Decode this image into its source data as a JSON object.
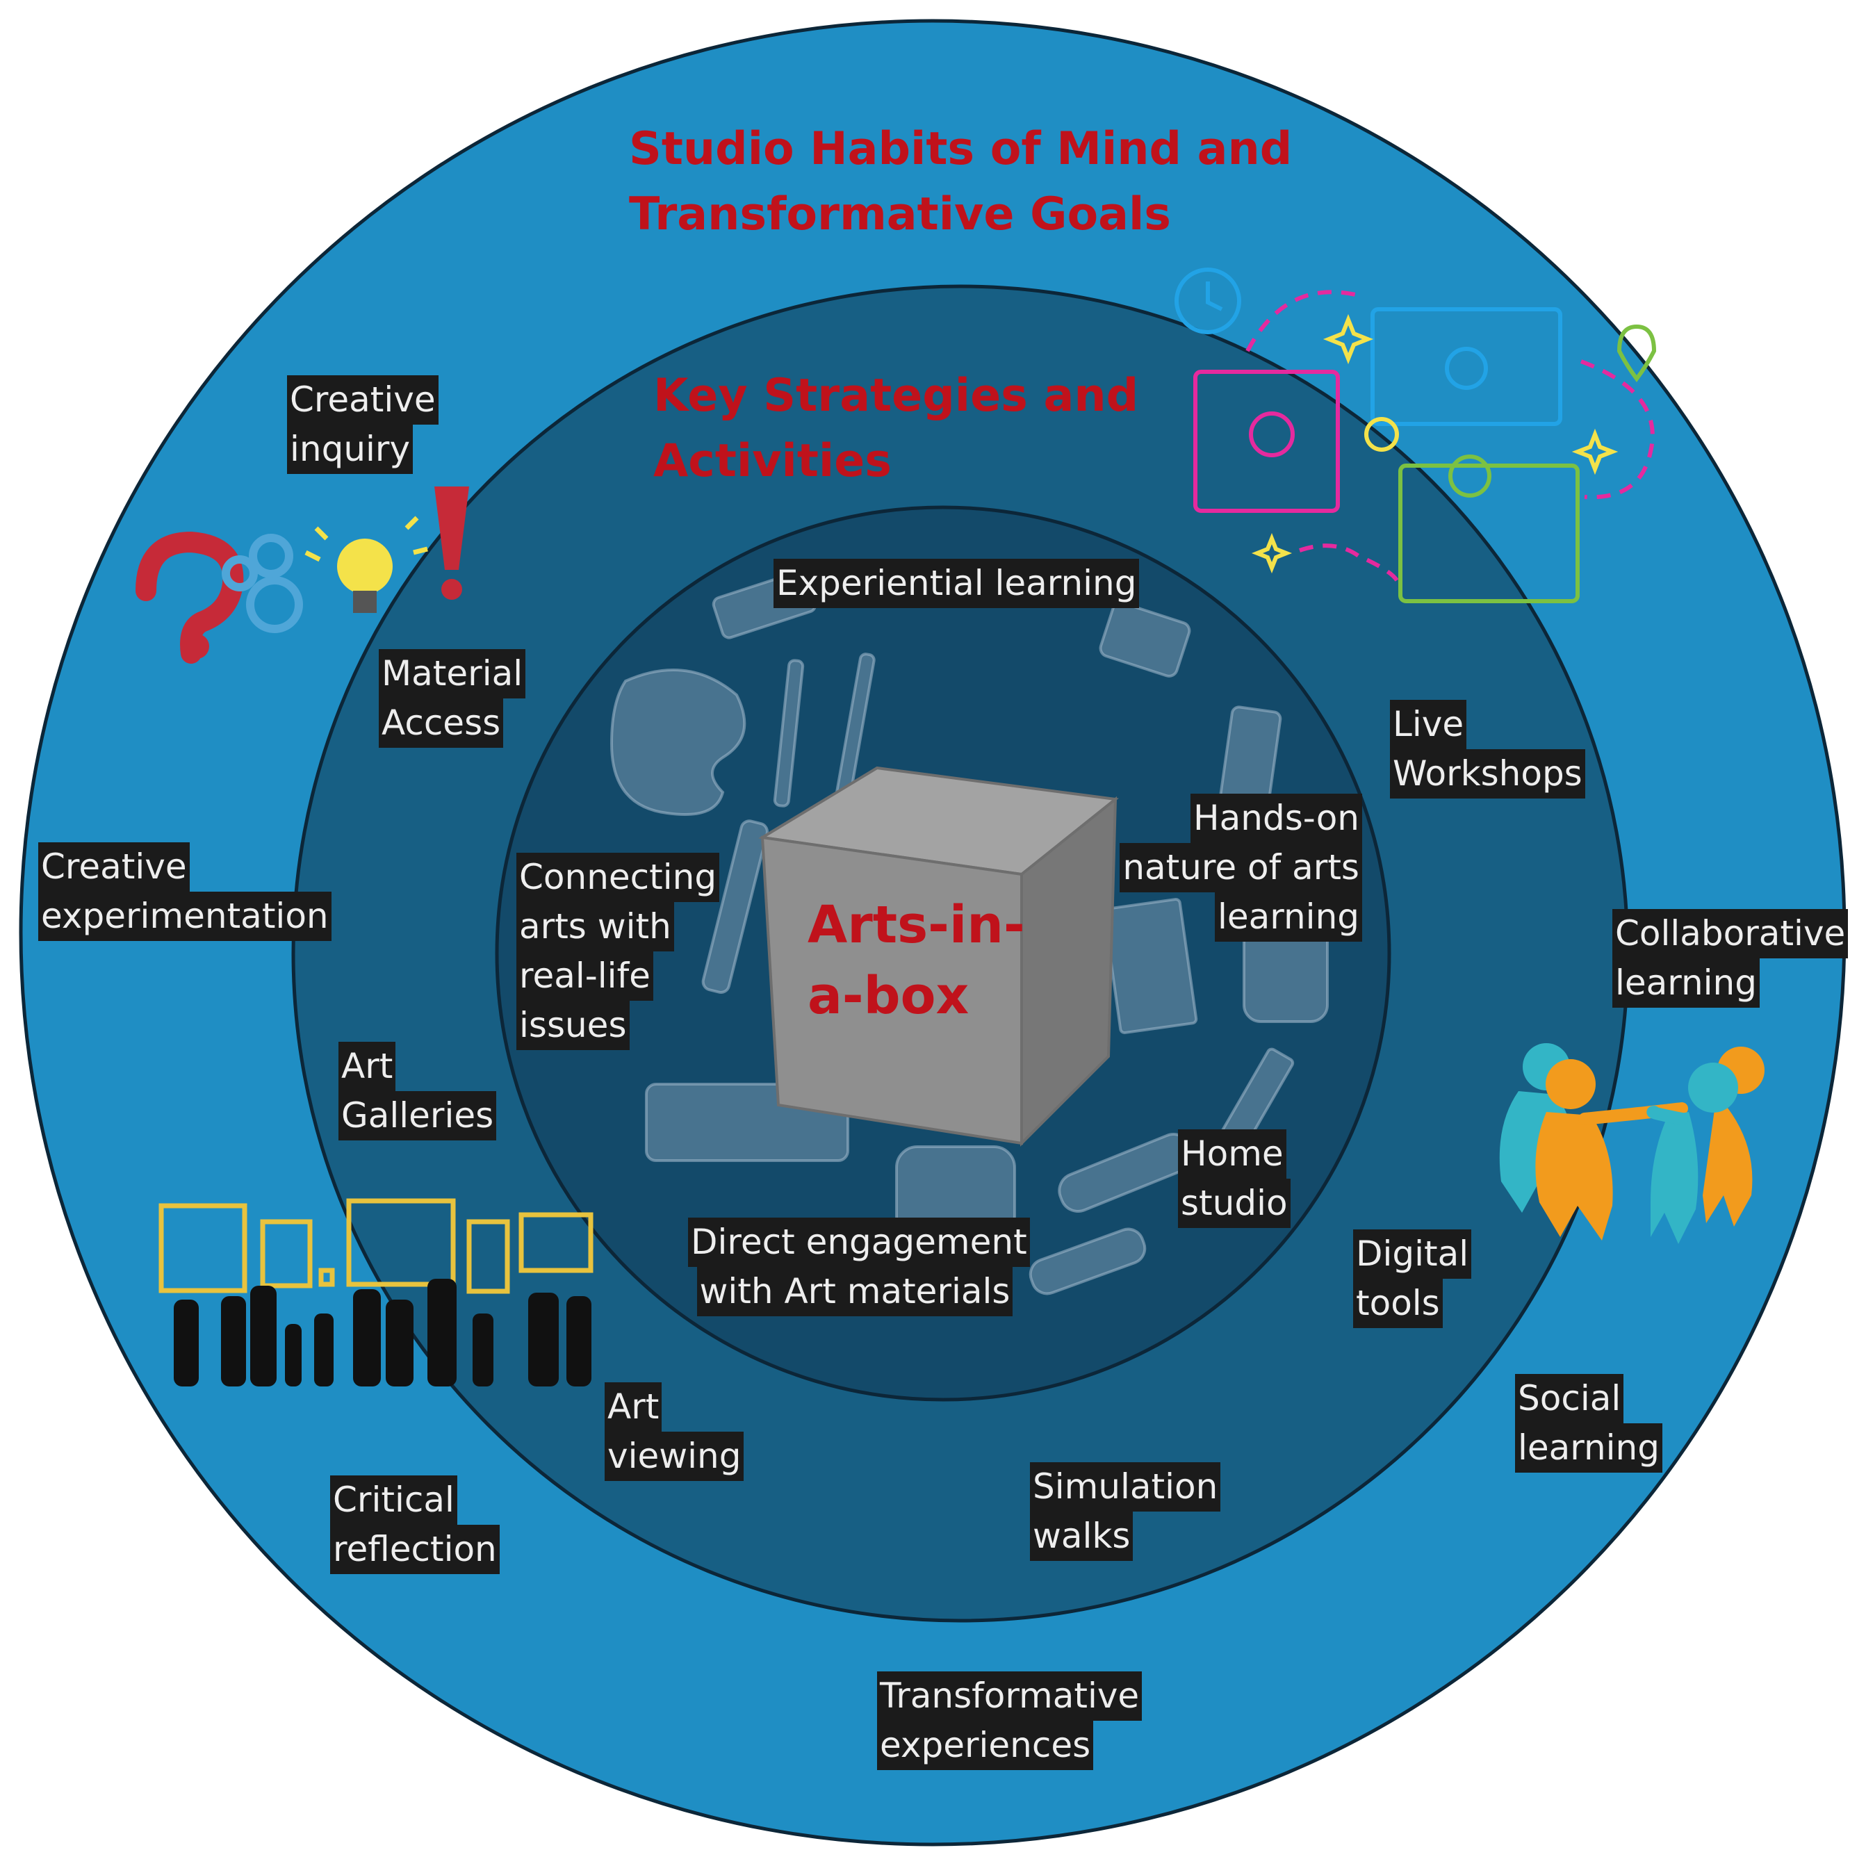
{
  "outer_ring": {
    "title_lines": [
      "Studio Habits of Mind and",
      "Transformative Goals"
    ],
    "labels": [
      {
        "id": "creative-inquiry",
        "lines": [
          "Creative",
          "inquiry"
        ]
      },
      {
        "id": "creative-experimentation",
        "lines": [
          "Creative",
          "experimentation"
        ]
      },
      {
        "id": "critical-reflection",
        "lines": [
          "Critical",
          "reflection"
        ]
      },
      {
        "id": "transformative-experiences",
        "lines": [
          "Transformative",
          "experiences"
        ]
      },
      {
        "id": "social-learning",
        "lines": [
          "Social",
          "learning"
        ]
      },
      {
        "id": "collaborative-learning",
        "lines": [
          "Collaborative",
          "learning"
        ]
      }
    ]
  },
  "middle_ring": {
    "title_lines": [
      "Key Strategies and",
      "Activities"
    ],
    "labels": [
      {
        "id": "material-access",
        "lines": [
          "Material",
          "Access"
        ]
      },
      {
        "id": "art-galleries",
        "lines": [
          "Art",
          "Galleries"
        ]
      },
      {
        "id": "art-viewing",
        "lines": [
          "Art",
          "viewing"
        ]
      },
      {
        "id": "simulation-walks",
        "lines": [
          "Simulation",
          "walks"
        ]
      },
      {
        "id": "digital-tools",
        "lines": [
          "Digital",
          "tools"
        ]
      },
      {
        "id": "live-workshops",
        "lines": [
          "Live",
          "Workshops"
        ]
      }
    ]
  },
  "inner_circle": {
    "labels": [
      {
        "id": "experiential-learning",
        "lines": [
          "Experiential learning"
        ]
      },
      {
        "id": "connecting-arts",
        "lines": [
          "Connecting",
          "arts with",
          "real-life",
          "issues"
        ]
      },
      {
        "id": "hands-on",
        "lines": [
          "Hands-on",
          "nature of arts",
          "learning"
        ]
      },
      {
        "id": "home-studio",
        "lines": [
          "Home",
          "studio"
        ]
      },
      {
        "id": "direct-engagement",
        "lines": [
          "Direct engagement",
          "with Art materials"
        ]
      }
    ]
  },
  "center": {
    "title_lines": [
      "Arts-in-",
      "a-box"
    ]
  },
  "colors": {
    "outer": "#1f8ec4",
    "middle": "#175f84",
    "inner": "#134a6a",
    "ring_stroke": "#0c2638",
    "title_red": "#c0121b",
    "label_bg": "#1b1b1b",
    "label_text": "#eeeeee",
    "box_grey": "#8f8f8f"
  },
  "icons": [
    "question-mark-icon",
    "gears-icon",
    "lightbulb-icon",
    "exclamation-icon",
    "online-meeting-icon",
    "clock-icon",
    "map-pin-icon",
    "sparkle-icon",
    "collaboration-figures-icon",
    "gallery-visitors-icon",
    "art-supplies-background"
  ]
}
